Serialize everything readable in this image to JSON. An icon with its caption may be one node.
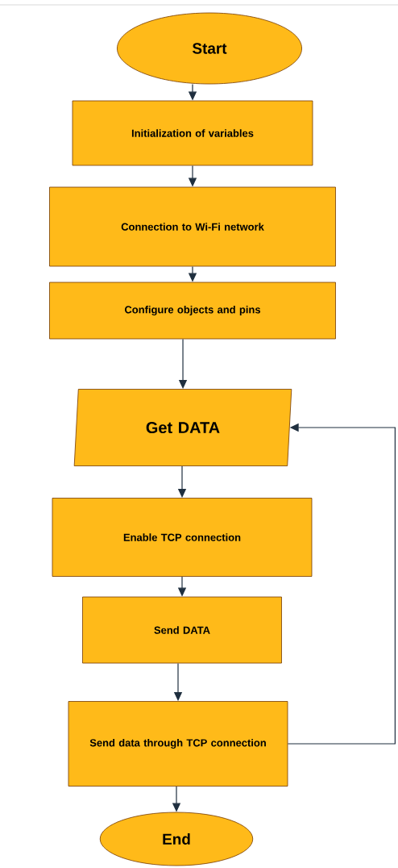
{
  "diagram": {
    "nodes": [
      {
        "text": [
          "Start"
        ]
      },
      {
        "text": [
          "Initialization of variables"
        ]
      },
      {
        "text": [
          "Connection to Wi-Fi network"
        ]
      },
      {
        "text": [
          "Configure objects and pins"
        ]
      },
      {
        "text": [
          "Get DATA"
        ]
      },
      {
        "text": [
          "Enable TCP connection"
        ]
      },
      {
        "text": [
          "Send DATA"
        ]
      },
      {
        "text": [
          "Send data through TCP connection"
        ]
      },
      {
        "text": [
          "End"
        ]
      }
    ],
    "edges": [
      {
        "from": 0,
        "to": 1,
        "arrow": "to"
      },
      {
        "from": 1,
        "to": 2,
        "arrow": "to"
      },
      {
        "from": 2,
        "to": 3,
        "arrow": "to"
      },
      {
        "from": 3,
        "to": 4,
        "arrow": "to"
      },
      {
        "from": 4,
        "to": 5,
        "arrow": "to"
      },
      {
        "from": 5,
        "to": 6,
        "arrow": "to"
      },
      {
        "from": 6,
        "to": 7,
        "arrow": "to"
      },
      {
        "from": 7,
        "to": 8,
        "arrow": "to"
      },
      {
        "from": 7,
        "to": 4,
        "arrow": "to"
      }
    ]
  }
}
